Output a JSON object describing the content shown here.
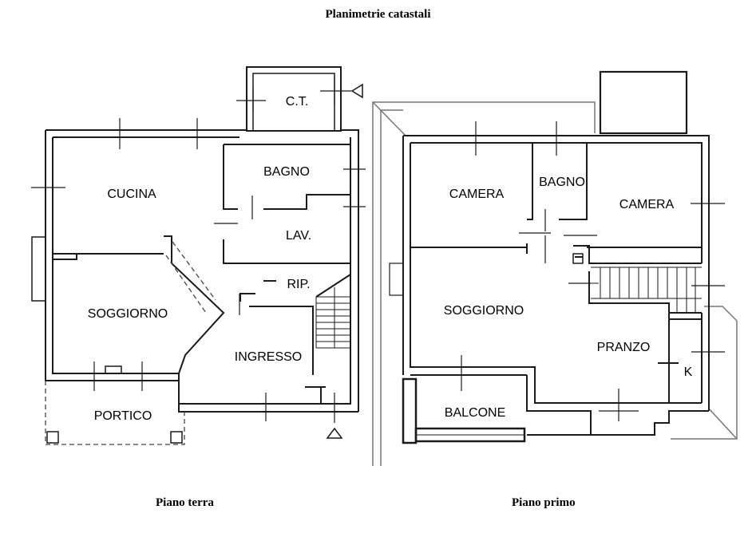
{
  "title": "Planimetrie catastali",
  "ground_floor": {
    "caption": "Piano terra",
    "rooms": {
      "ct": "C.T.",
      "bagno": "BAGNO",
      "cucina": "CUCINA",
      "lav": "LAV.",
      "rip": "RIP.",
      "soggiorno": "SOGGIORNO",
      "ingresso": "INGRESSO",
      "portico": "PORTICO"
    }
  },
  "first_floor": {
    "caption": "Piano primo",
    "rooms": {
      "camera_left": "CAMERA",
      "bagno": "BAGNO",
      "camera_right": "CAMERA",
      "soggiorno": "SOGGIORNO",
      "pranzo": "PRANZO",
      "k": "K",
      "balcone": "BALCONE"
    }
  },
  "colors": {
    "wall": "#1a1a1a",
    "dashed": "#444444",
    "roof": "#777777"
  }
}
